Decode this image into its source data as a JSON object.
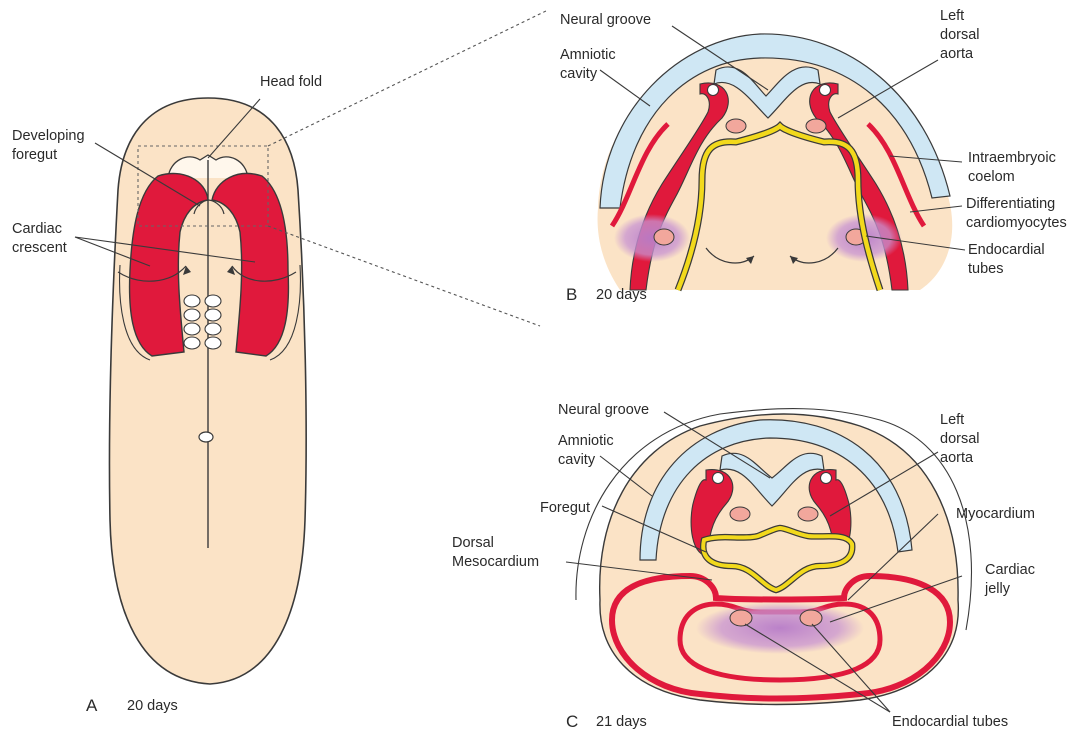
{
  "panels": {
    "a": {
      "letter": "A",
      "age": "20 days"
    },
    "b": {
      "letter": "B",
      "age": "20 days"
    },
    "c": {
      "letter": "C",
      "age": "21 days"
    }
  },
  "labels": {
    "a": {
      "head_fold": "Head fold",
      "developing_foregut": [
        "Developing",
        "foregut"
      ],
      "cardiac_crescent": [
        "Cardiac",
        "crescent"
      ]
    },
    "b": {
      "neural_groove": "Neural groove",
      "amniotic_cavity": [
        "Amniotic",
        "cavity"
      ],
      "left_dorsal_aorta": [
        "Left",
        "dorsal",
        "aorta"
      ],
      "intraembryoic_coelom": [
        "Intraembryoic",
        "coelom"
      ],
      "differentiating_cardiomyocytes": [
        "Differentiating",
        "cardiomyocytes"
      ],
      "endocardial_tubes": [
        "Endocardial",
        "tubes"
      ]
    },
    "c": {
      "neural_groove": "Neural groove",
      "amniotic_cavity": [
        "Amniotic",
        "cavity"
      ],
      "left_dorsal_aorta": [
        "Left",
        "dorsal",
        "aorta"
      ],
      "foregut": "Foregut",
      "myocardium": "Myocardium",
      "dorsal_mesocardium": [
        "Dorsal",
        "Mesocardium"
      ],
      "cardiac_jelly": [
        "Cardiac",
        "jelly"
      ],
      "endocardial_tubes": "Endocardial tubes"
    }
  },
  "colors": {
    "embryo": "#fbe3c6",
    "heart_field": "#e0193c",
    "neural": "#cfe7f4",
    "foregut": "#f2d91c",
    "cardiac_jelly": "#c893d2",
    "tube": "#f2a79c",
    "outline": "#3a3a3a"
  }
}
